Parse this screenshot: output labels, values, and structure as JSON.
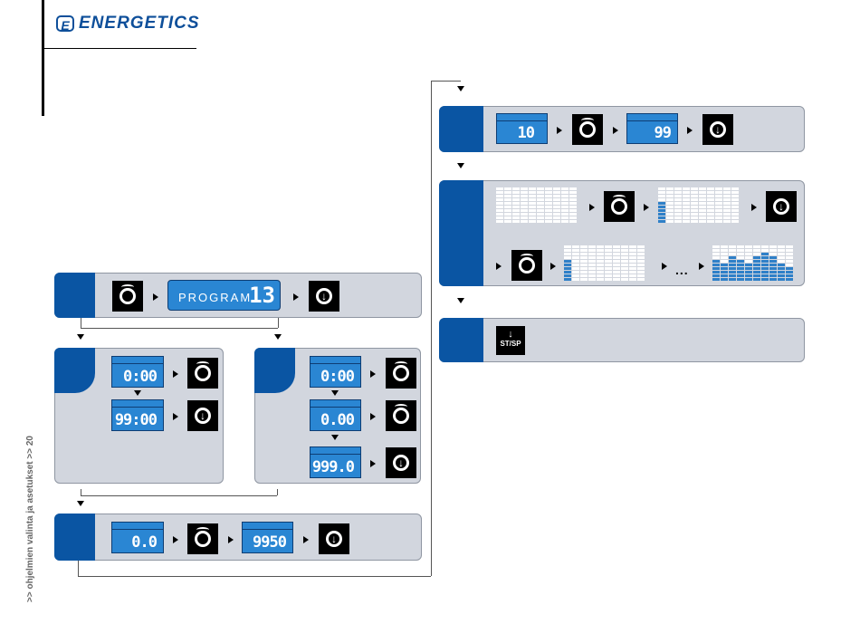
{
  "brand": {
    "name": "ENERGETICS",
    "logo_letter": "E"
  },
  "sidebar": {
    "text": ">> ohjelmien valinta ja asetukset  >> 20"
  },
  "program_step": {
    "lcd_label": "PROGRAM",
    "lcd_number": "13"
  },
  "time_goal": {
    "lcd1": "0:00",
    "lcd2": "99:00"
  },
  "distance_goal": {
    "lcd1": "0:00",
    "lcd2": "0.00",
    "lcd3": "999.0"
  },
  "calorie_goal": {
    "lcd1": "0.0",
    "lcd2": "9950"
  },
  "level_step": {
    "lcd1": "10",
    "lcd2": "99"
  },
  "profile_step": {
    "ellipsis": "..."
  },
  "start_step": {
    "button_label": "ST/SP",
    "button_arrow": "↓"
  },
  "colors": {
    "panel": "#d2d6de",
    "tab": "#0a55a3",
    "lcd": "#2a86d3",
    "bar": "#2f80c8"
  },
  "icons": [
    "rotate-knob-icon",
    "press-knob-icon",
    "start-stop-icon",
    "down-arrow-icon",
    "right-arrow-icon"
  ]
}
